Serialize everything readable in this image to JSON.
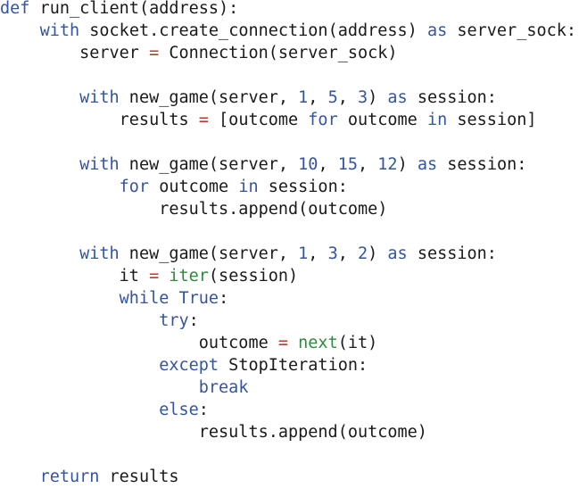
{
  "code": {
    "lines": [
      [
        {
          "t": "def",
          "c": "kw"
        },
        {
          "t": " run_client(address):",
          "c": "tx"
        }
      ],
      [
        {
          "t": "    ",
          "c": "tx"
        },
        {
          "t": "with",
          "c": "kw"
        },
        {
          "t": " socket.create_connection(address) ",
          "c": "tx"
        },
        {
          "t": "as",
          "c": "kw"
        },
        {
          "t": " server_sock:",
          "c": "tx"
        }
      ],
      [
        {
          "t": "        server ",
          "c": "tx"
        },
        {
          "t": "=",
          "c": "op"
        },
        {
          "t": " Connection(server_sock)",
          "c": "tx"
        }
      ],
      [],
      [
        {
          "t": "        ",
          "c": "tx"
        },
        {
          "t": "with",
          "c": "kw"
        },
        {
          "t": " new_game(server, ",
          "c": "tx"
        },
        {
          "t": "1",
          "c": "num"
        },
        {
          "t": ", ",
          "c": "tx"
        },
        {
          "t": "5",
          "c": "num"
        },
        {
          "t": ", ",
          "c": "tx"
        },
        {
          "t": "3",
          "c": "num"
        },
        {
          "t": ") ",
          "c": "tx"
        },
        {
          "t": "as",
          "c": "kw"
        },
        {
          "t": " session:",
          "c": "tx"
        }
      ],
      [
        {
          "t": "            results ",
          "c": "tx"
        },
        {
          "t": "=",
          "c": "op"
        },
        {
          "t": " [outcome ",
          "c": "tx"
        },
        {
          "t": "for",
          "c": "kw"
        },
        {
          "t": " outcome ",
          "c": "tx"
        },
        {
          "t": "in",
          "c": "kw"
        },
        {
          "t": " session]",
          "c": "tx"
        }
      ],
      [],
      [
        {
          "t": "        ",
          "c": "tx"
        },
        {
          "t": "with",
          "c": "kw"
        },
        {
          "t": " new_game(server, ",
          "c": "tx"
        },
        {
          "t": "10",
          "c": "num"
        },
        {
          "t": ", ",
          "c": "tx"
        },
        {
          "t": "15",
          "c": "num"
        },
        {
          "t": ", ",
          "c": "tx"
        },
        {
          "t": "12",
          "c": "num"
        },
        {
          "t": ") ",
          "c": "tx"
        },
        {
          "t": "as",
          "c": "kw"
        },
        {
          "t": " session:",
          "c": "tx"
        }
      ],
      [
        {
          "t": "            ",
          "c": "tx"
        },
        {
          "t": "for",
          "c": "kw"
        },
        {
          "t": " outcome ",
          "c": "tx"
        },
        {
          "t": "in",
          "c": "kw"
        },
        {
          "t": " session:",
          "c": "tx"
        }
      ],
      [
        {
          "t": "                results.append(outcome)",
          "c": "tx"
        }
      ],
      [],
      [
        {
          "t": "        ",
          "c": "tx"
        },
        {
          "t": "with",
          "c": "kw"
        },
        {
          "t": " new_game(server, ",
          "c": "tx"
        },
        {
          "t": "1",
          "c": "num"
        },
        {
          "t": ", ",
          "c": "tx"
        },
        {
          "t": "3",
          "c": "num"
        },
        {
          "t": ", ",
          "c": "tx"
        },
        {
          "t": "2",
          "c": "num"
        },
        {
          "t": ") ",
          "c": "tx"
        },
        {
          "t": "as",
          "c": "kw"
        },
        {
          "t": " session:",
          "c": "tx"
        }
      ],
      [
        {
          "t": "            it ",
          "c": "tx"
        },
        {
          "t": "=",
          "c": "op"
        },
        {
          "t": " ",
          "c": "tx"
        },
        {
          "t": "iter",
          "c": "bi"
        },
        {
          "t": "(session)",
          "c": "tx"
        }
      ],
      [
        {
          "t": "            ",
          "c": "tx"
        },
        {
          "t": "while",
          "c": "kw"
        },
        {
          "t": " ",
          "c": "tx"
        },
        {
          "t": "True",
          "c": "kw"
        },
        {
          "t": ":",
          "c": "tx"
        }
      ],
      [
        {
          "t": "                ",
          "c": "tx"
        },
        {
          "t": "try",
          "c": "kw"
        },
        {
          "t": ":",
          "c": "tx"
        }
      ],
      [
        {
          "t": "                    outcome ",
          "c": "tx"
        },
        {
          "t": "=",
          "c": "op"
        },
        {
          "t": " ",
          "c": "tx"
        },
        {
          "t": "next",
          "c": "bi"
        },
        {
          "t": "(it)",
          "c": "tx"
        }
      ],
      [
        {
          "t": "                ",
          "c": "tx"
        },
        {
          "t": "except",
          "c": "kw"
        },
        {
          "t": " StopIteration:",
          "c": "tx"
        }
      ],
      [
        {
          "t": "                    ",
          "c": "tx"
        },
        {
          "t": "break",
          "c": "kw"
        }
      ],
      [
        {
          "t": "                ",
          "c": "tx"
        },
        {
          "t": "else",
          "c": "kw"
        },
        {
          "t": ":",
          "c": "tx"
        }
      ],
      [
        {
          "t": "                    results.append(outcome)",
          "c": "tx"
        }
      ],
      [],
      [
        {
          "t": "    ",
          "c": "tx"
        },
        {
          "t": "return",
          "c": "kw"
        },
        {
          "t": " results",
          "c": "tx"
        }
      ]
    ]
  }
}
